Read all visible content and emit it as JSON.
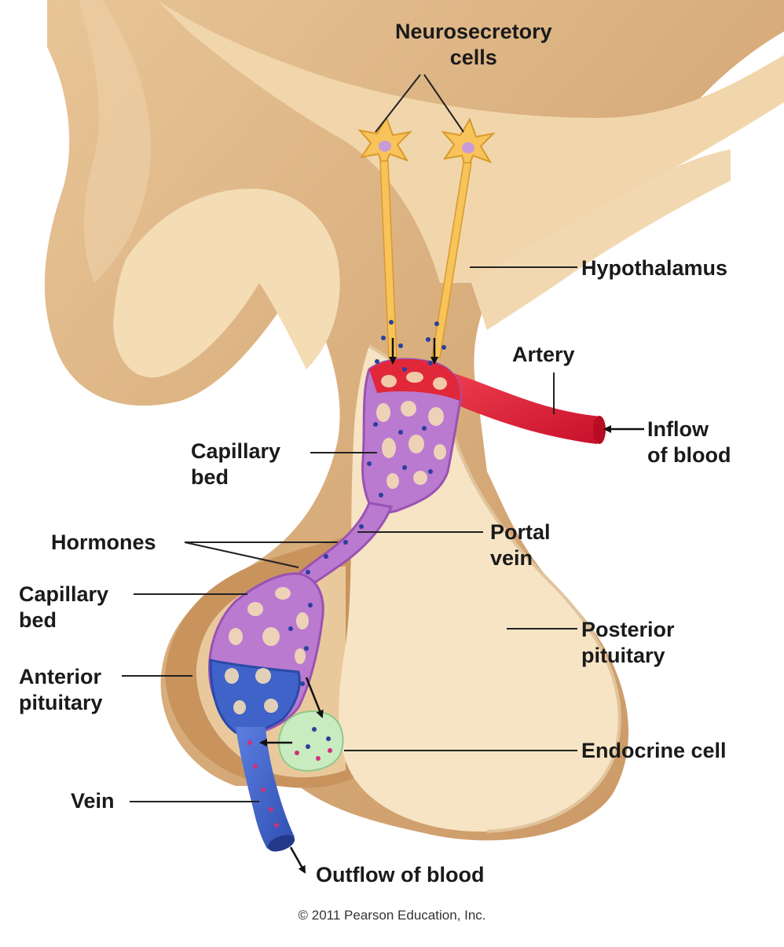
{
  "labels": {
    "neurosecretory_1": "Neurosecretory",
    "neurosecretory_2": "cells",
    "hypothalamus": "Hypothalamus",
    "artery": "Artery",
    "inflow_1": "Inflow",
    "inflow_2": "of blood",
    "capillary_bed_upper_1": "Capillary",
    "capillary_bed_upper_2": "bed",
    "hormones": "Hormones",
    "portal_vein_1": "Portal",
    "portal_vein_2": "vein",
    "capillary_bed_lower_1": "Capillary",
    "capillary_bed_lower_2": "bed",
    "posterior_pituitary_1": "Posterior",
    "posterior_pituitary_2": "pituitary",
    "anterior_pituitary_1": "Anterior",
    "anterior_pituitary_2": "pituitary",
    "endocrine_cell": "Endocrine cell",
    "vein": "Vein",
    "outflow": "Outflow of blood"
  },
  "copyright": "© 2011 Pearson Education, Inc.",
  "colors": {
    "brain_tissue": "#d9ae7c",
    "brain_light": "#f3dcb6",
    "posterior_pituitary": "#f6e4c4",
    "neuron": "#f7c35a",
    "artery": "#e0283a",
    "capillary": "#b97ad0",
    "vein": "#3f63c9",
    "endocrine_cell": "#c9ebc0",
    "hormone_dot": "#2a3f9c",
    "hormone_dot_released": "#d0307a"
  }
}
